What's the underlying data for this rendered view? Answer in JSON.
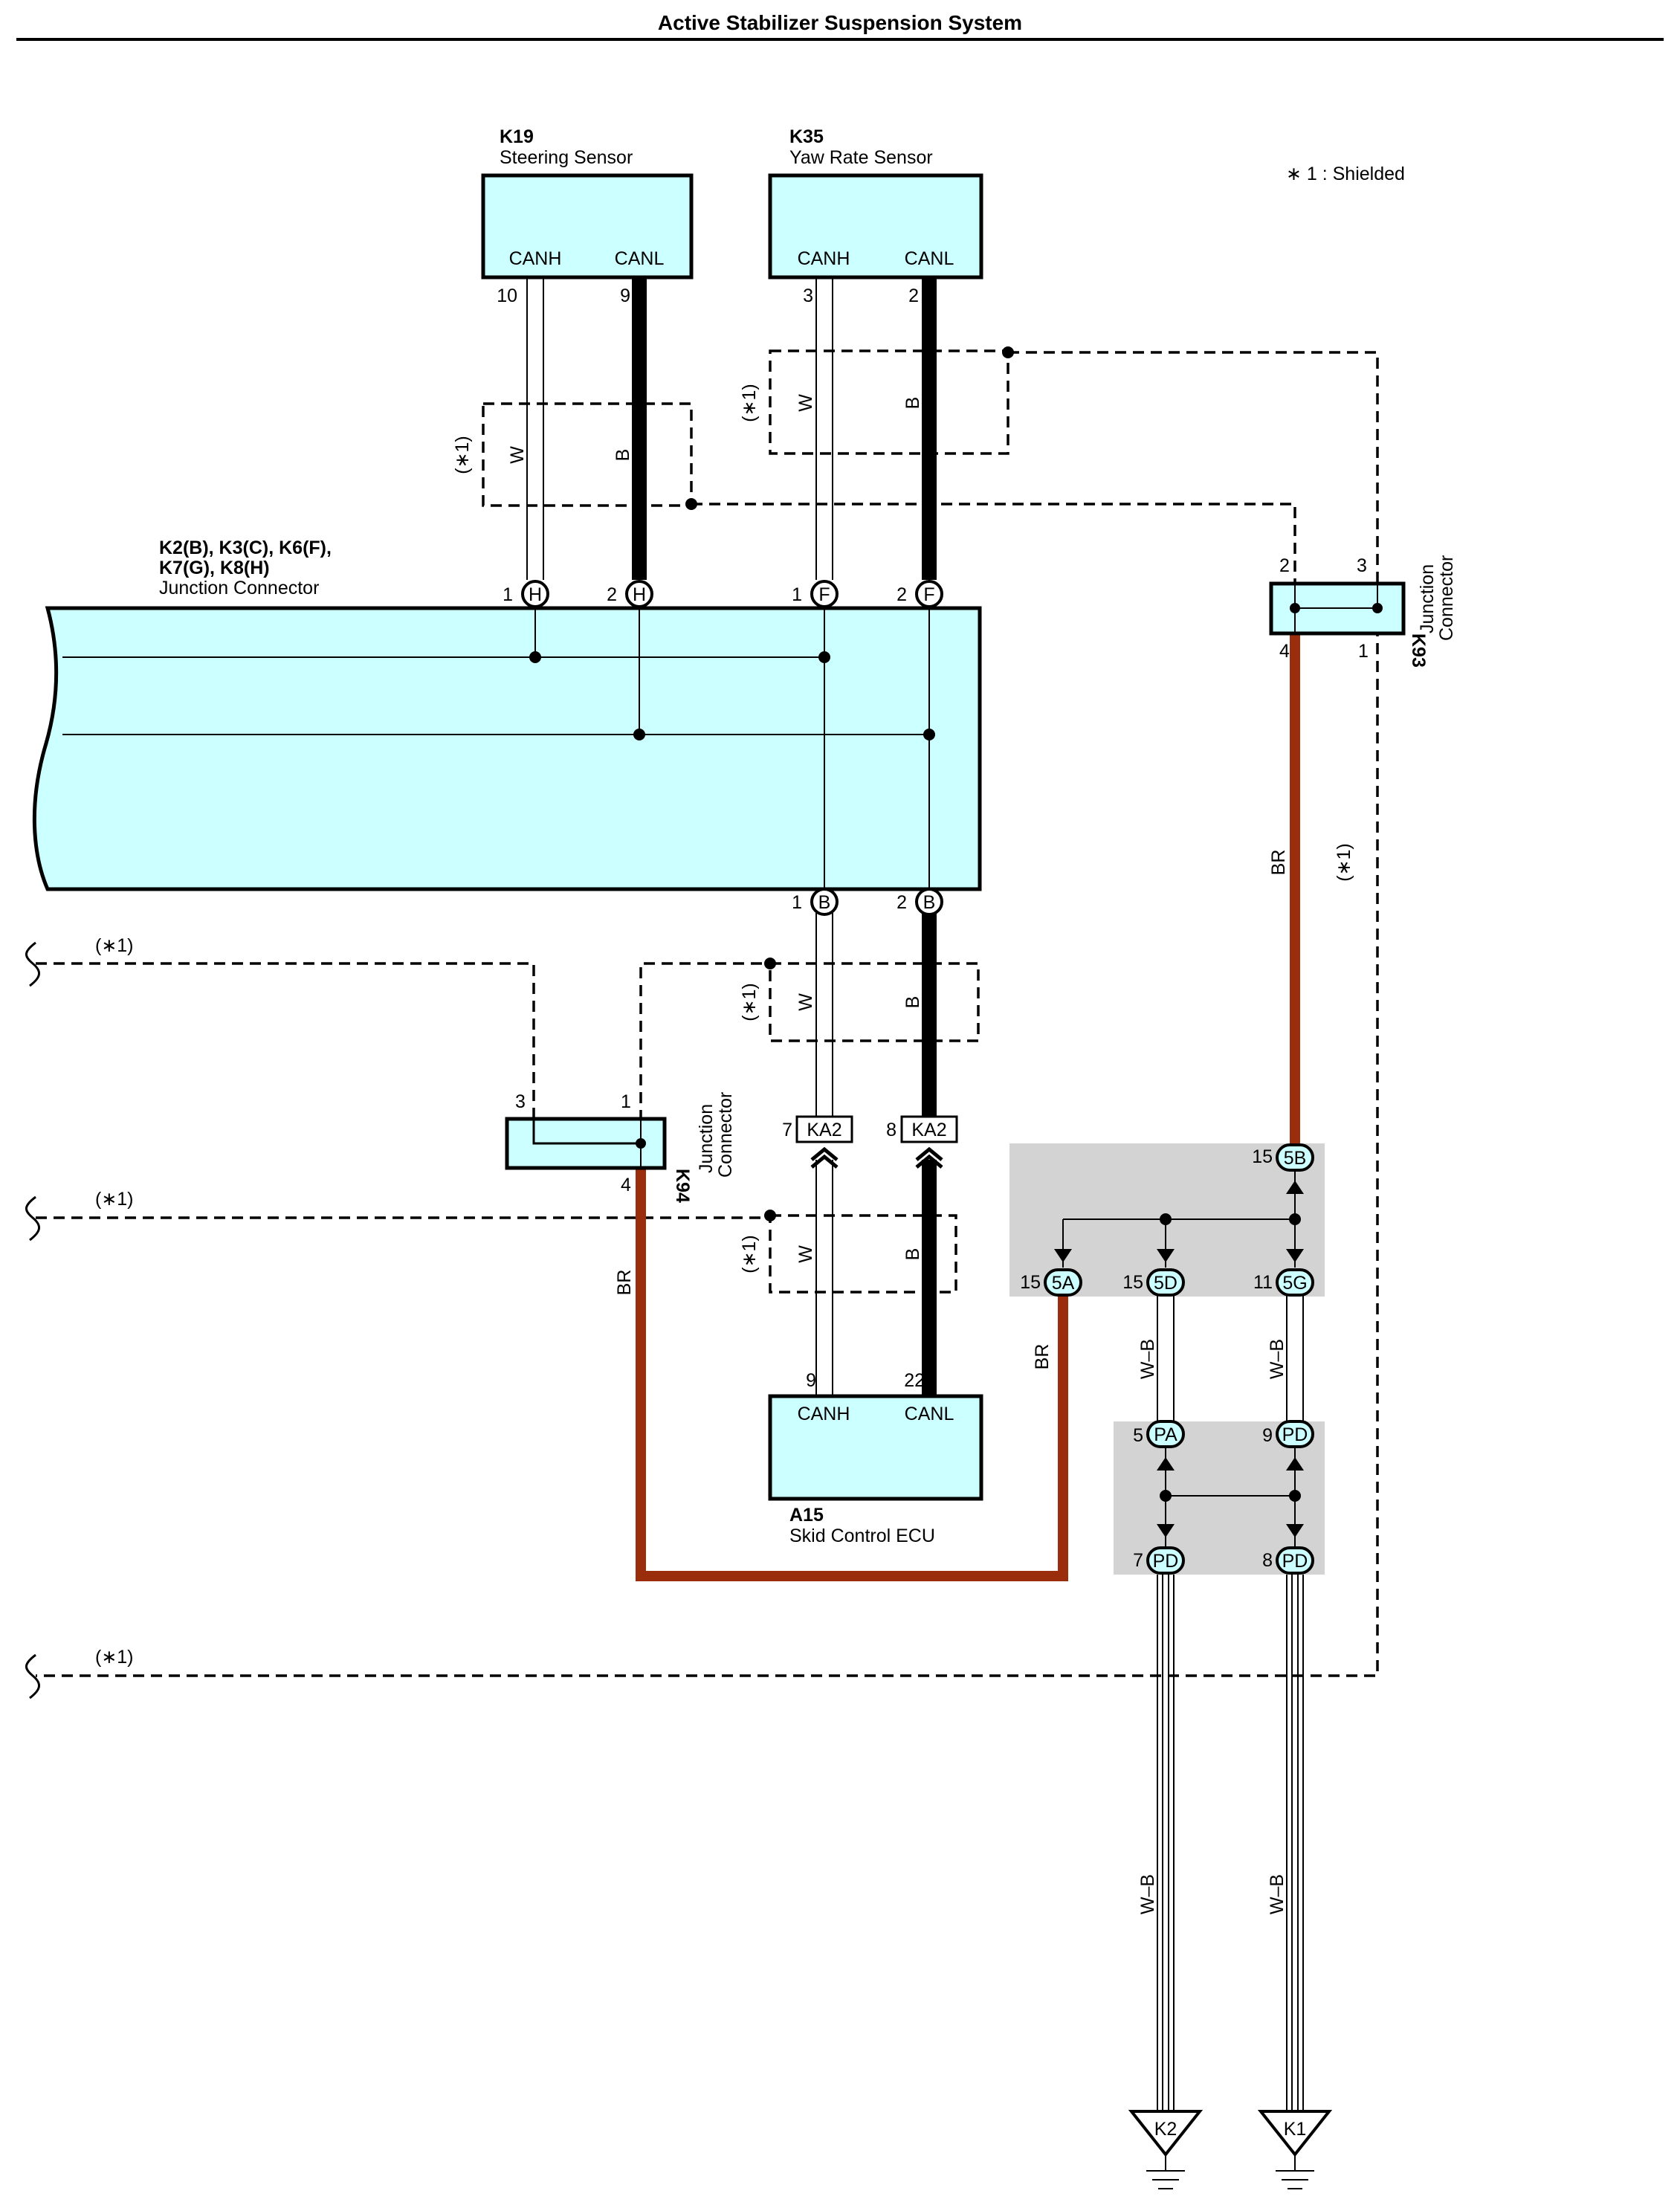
{
  "title": "Active Stabilizer Suspension System",
  "legend": "∗ 1 : Shielded",
  "shield_label": "(∗1)",
  "components": {
    "k19": {
      "code": "K19",
      "name": "Steering Sensor",
      "pin_canh": "CANH",
      "pin_canl": "CANL",
      "canh_no": "10",
      "canl_no": "9"
    },
    "k35": {
      "code": "K35",
      "name": "Yaw Rate Sensor",
      "pin_canh": "CANH",
      "pin_canl": "CANL",
      "canh_no": "3",
      "canl_no": "2"
    },
    "junction": {
      "line1": "K2(B), K3(C), K6(F),",
      "line2": "K7(G), K8(H)",
      "name": "Junction Connector"
    },
    "k93": {
      "code": "K93",
      "line1": "Junction",
      "line2": "Connector",
      "pin2": "2",
      "pin3": "3",
      "pin4": "4",
      "pin1": "1"
    },
    "k94": {
      "code": "K94",
      "line1": "Junction",
      "line2": "Connector",
      "pin3": "3",
      "pin1": "1",
      "pin4": "4"
    },
    "a15": {
      "code": "A15",
      "name": "Skid Control ECU",
      "pin_canh": "CANH",
      "pin_canl": "CANL",
      "canh_no": "9",
      "canl_no": "22"
    }
  },
  "pins": {
    "h1": {
      "num": "1",
      "letter": "H"
    },
    "h2": {
      "num": "2",
      "letter": "H"
    },
    "f1": {
      "num": "1",
      "letter": "F"
    },
    "f2": {
      "num": "2",
      "letter": "F"
    },
    "b1": {
      "num": "1",
      "letter": "B"
    },
    "b2": {
      "num": "2",
      "letter": "B"
    },
    "ka2_7": {
      "num": "7",
      "letter": "KA2"
    },
    "ka2_8": {
      "num": "8",
      "letter": "KA2"
    },
    "p5b": {
      "num": "15",
      "letter": "5B"
    },
    "p5a": {
      "num": "15",
      "letter": "5A"
    },
    "p5d": {
      "num": "15",
      "letter": "5D"
    },
    "p5g": {
      "num": "11",
      "letter": "5G"
    },
    "ppa": {
      "num": "5",
      "letter": "PA"
    },
    "ppd9": {
      "num": "9",
      "letter": "PD"
    },
    "ppd7": {
      "num": "7",
      "letter": "PD"
    },
    "ppd8": {
      "num": "8",
      "letter": "PD"
    }
  },
  "wire_colors": {
    "w": "W",
    "b": "B",
    "br": "BR",
    "wb": "W–B"
  },
  "grounds": {
    "g1": "K2",
    "g2": "K1"
  }
}
